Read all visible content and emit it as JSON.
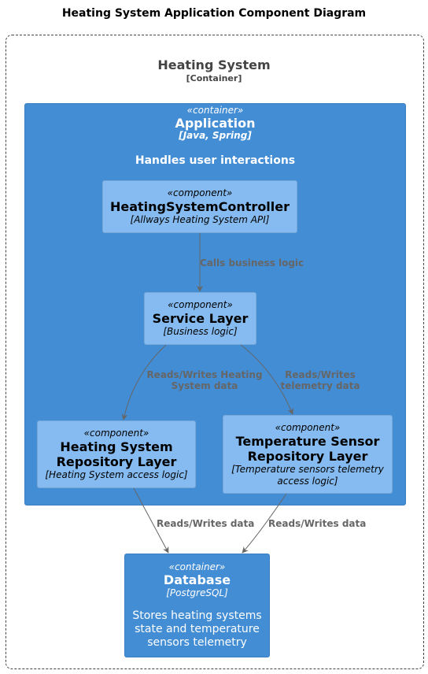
{
  "diagram": {
    "title": "Heating System Application Component Diagram",
    "boundary": {
      "name": "Heating System",
      "type": "[Container]"
    },
    "application": {
      "stereotype": "«container»",
      "name": "Application",
      "tech": "[Java, Spring]",
      "description": "Handles user interactions"
    },
    "components": {
      "controller": {
        "stereotype": "«component»",
        "name": "HeatingSystemController",
        "tech": "[Allways Heating System API]"
      },
      "service": {
        "stereotype": "«component»",
        "name": "Service Layer",
        "tech": "[Business logic]"
      },
      "heating_repo": {
        "stereotype": "«component»",
        "name_line1": "Heating System",
        "name_line2": "Repository Layer",
        "tech": "[Heating System access logic]"
      },
      "temp_repo": {
        "stereotype": "«component»",
        "name_line1": "Temperature Sensor",
        "name_line2": "Repository Layer",
        "tech_line1": "[Temperature sensors telemetry",
        "tech_line2": "access logic]"
      }
    },
    "database": {
      "stereotype": "«container»",
      "name": "Database",
      "tech": "[PostgreSQL]",
      "description": "Stores heating systems state and temperature sensors telemetry"
    },
    "edges": {
      "controller_service": "Calls business logic",
      "service_heating_line1": "Reads/Writes Heating",
      "service_heating_line2": "System data",
      "service_temp_line1": "Reads/Writes",
      "service_temp_line2": "telemetry data",
      "heating_db": "Reads/Writes data",
      "temp_db": "Reads/Writes data"
    },
    "colors": {
      "container": "#438dd5",
      "component": "#85bbf0",
      "edge": "#666666",
      "boundary": "#444444"
    }
  }
}
